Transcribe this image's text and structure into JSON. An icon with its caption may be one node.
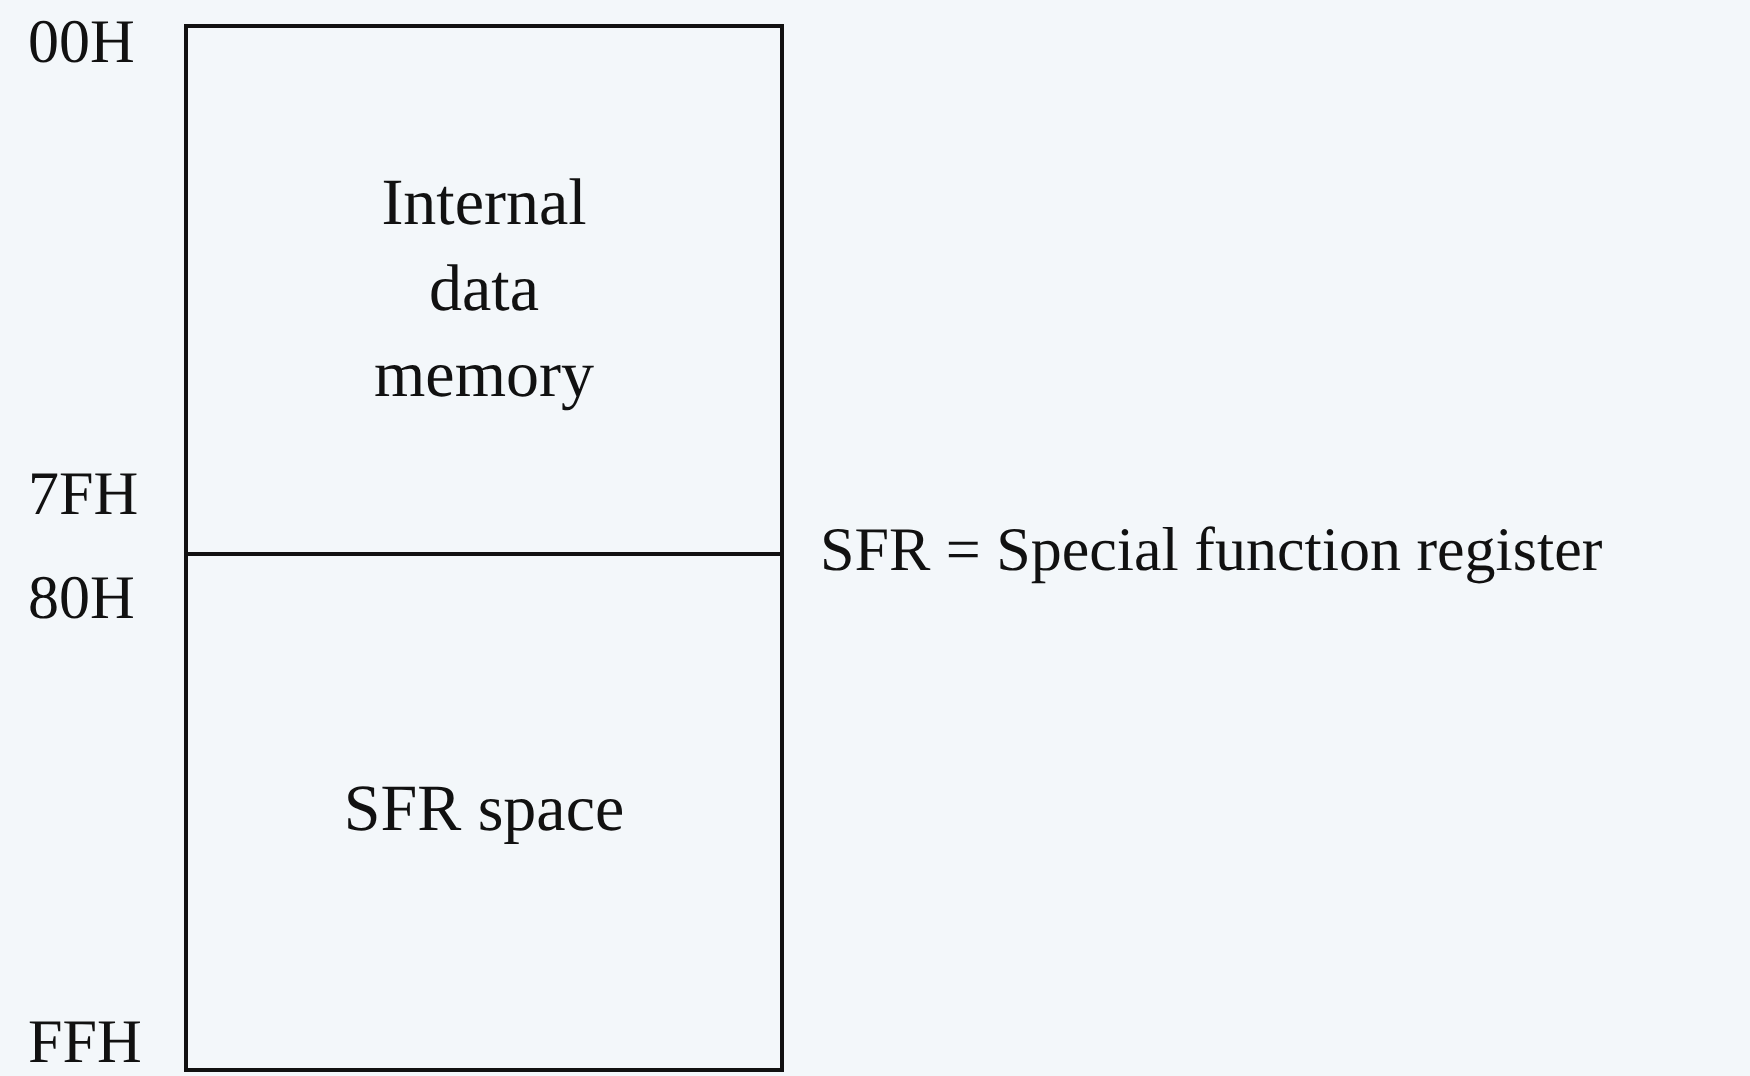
{
  "diagram": {
    "nodes": [
      {
        "text": [
          "Internal data memory"
        ]
      },
      {
        "text": [
          "SFR space"
        ]
      }
    ],
    "labels": [
      "00H",
      "7FH",
      "80H",
      "FFH",
      "SFR = Special function register"
    ]
  }
}
